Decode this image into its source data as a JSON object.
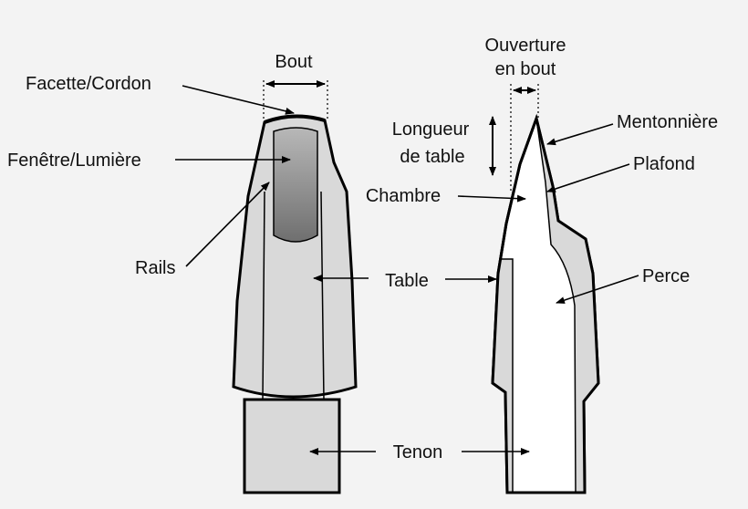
{
  "labels": {
    "bout": "Bout",
    "facette_cordon": "Facette/Cordon",
    "fenetre_lumiere": "Fenêtre/Lumière",
    "rails": "Rails",
    "table": "Table",
    "tenon": "Tenon",
    "ouverture_line1": "Ouverture",
    "ouverture_line2": "en bout",
    "longueur_line1": "Longueur",
    "longueur_line2": "de table",
    "chambre": "Chambre",
    "mentonniere": "Mentonnière",
    "plafond": "Plafond",
    "perce": "Perce"
  },
  "colors": {
    "background": "#f3f3f3",
    "body_fill": "#d9d9d9",
    "outline": "#000000",
    "window_dark": "#6f6f6f",
    "window_light": "#b8b8b8",
    "section_white": "#ffffff"
  }
}
